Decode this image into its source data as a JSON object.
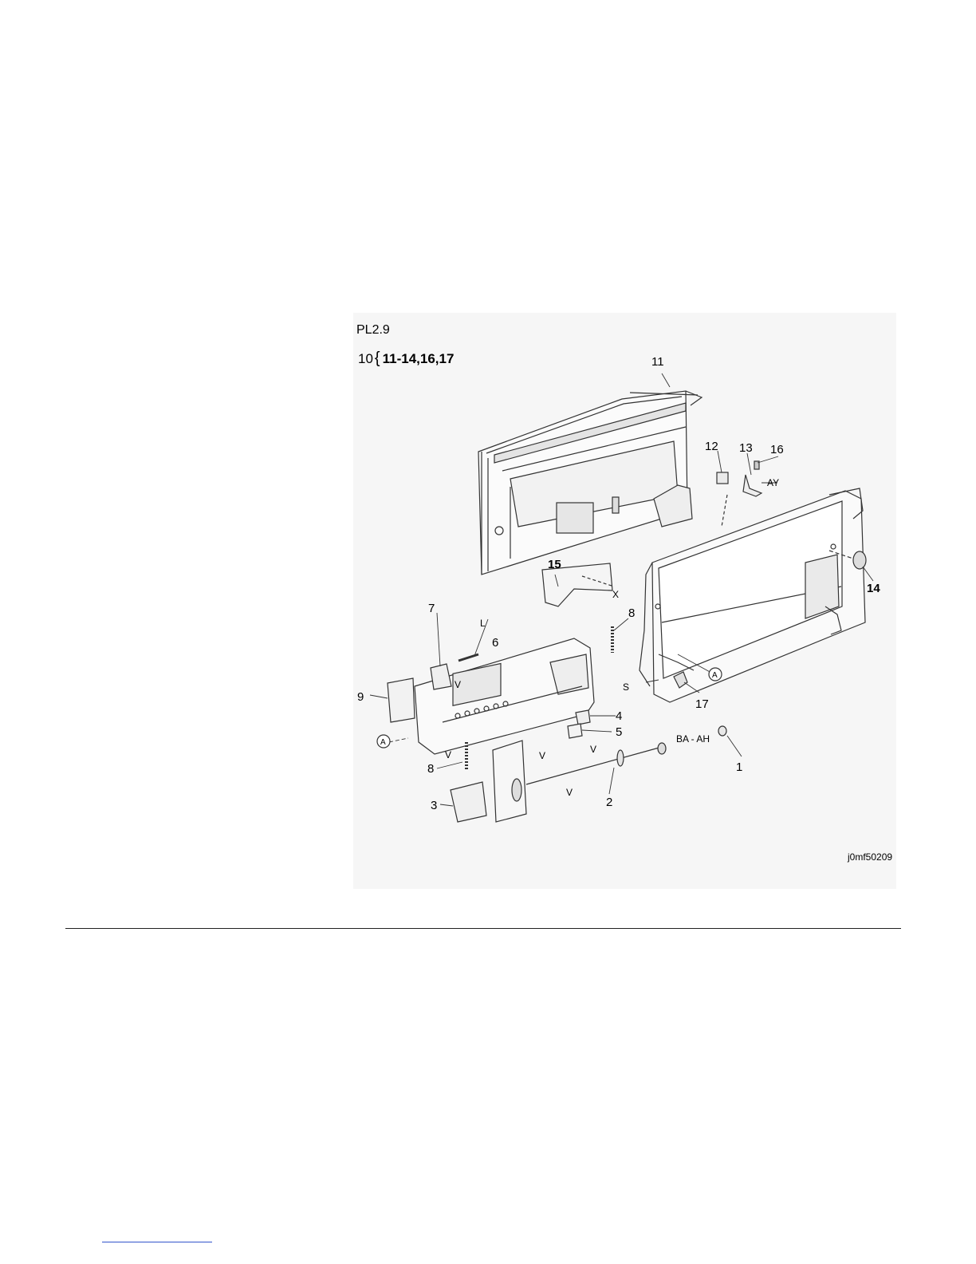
{
  "plate": {
    "id": "PL2.9",
    "assembly_number": "10",
    "assembly_members": "11-14,16,17",
    "figure_code": "j0mf50209"
  },
  "callouts": {
    "c1": "1",
    "c2": "2",
    "c3": "3",
    "c4": "4",
    "c5": "5",
    "c6": "6",
    "c7": "7",
    "c8a": "8",
    "c8b": "8",
    "c9": "9",
    "c11": "11",
    "c12": "12",
    "c13": "13",
    "c14": "14",
    "c15": "15",
    "c16": "16",
    "c17": "17"
  },
  "codes": {
    "ay": "AY",
    "l": "L",
    "x": "X",
    "s": "S",
    "ba_ah": "BA - AH",
    "v1": "V",
    "v2": "V",
    "v3": "V",
    "v4": "V",
    "v5": "V",
    "ref_a1": "A",
    "ref_a2": "A"
  }
}
